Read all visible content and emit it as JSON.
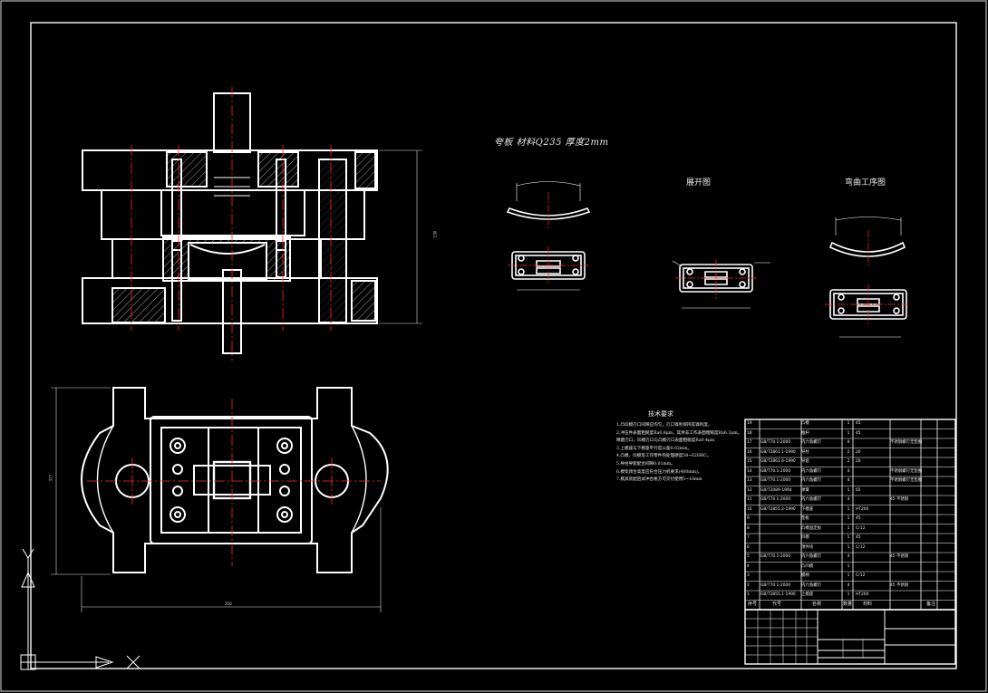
{
  "drawing": {
    "part_title": "夸板   材料Q235     厚度2mm",
    "unfold_view_label": "展开图",
    "bending_view_label": "弯曲工序图",
    "tech_requirements_title": "技术要求"
  },
  "tech_notes": [
    "1.凸凹模刃口间隙应均匀，刃口锋利保持其锋利度。",
    "2.冲压件表面粗糙度Ra0.8μm，其余非工作表面粗糙度Ra6.3μm。",
    "  精磨刃口，凹模刃口与凸模刃口表面粗糙度Ra0.4μm",
    "3.上模座与下模座平行度公差0.02mm。",
    "4.凸模、凹模等工作零件热处理硬度58~62HRC。",
    "5.导柱导套配合间隙0.01mm。",
    "6.模架闭合高度应符合压力机要求(400mm)。",
    "7.模具装配后试冲合格方可交付使用5~10mm"
  ],
  "bom": {
    "rows": [
      {
        "no": "19",
        "code": "",
        "name": "凸模",
        "qty": "1",
        "mat": "45",
        "remark": ""
      },
      {
        "no": "18",
        "code": "",
        "name": "推杆",
        "qty": "1",
        "mat": "45",
        "remark": ""
      },
      {
        "no": "17",
        "code": "GB/T70.1-2000",
        "name": "内六角螺钉",
        "qty": "4",
        "mat": "",
        "remark": "不锈钢螺钉无垫圈"
      },
      {
        "no": "16",
        "code": "GB/T2861.1-1990",
        "name": "导柱",
        "qty": "2",
        "mat": "20",
        "remark": ""
      },
      {
        "no": "15",
        "code": "GB/T2861.6-1990",
        "name": "导套",
        "qty": "2",
        "mat": "20",
        "remark": ""
      },
      {
        "no": "14",
        "code": "GB/T70.1-2000",
        "name": "内六角螺钉",
        "qty": "4",
        "mat": "",
        "remark": "不锈钢螺钉无垫圈"
      },
      {
        "no": "13",
        "code": "GB/T70.1-2000",
        "name": "内六角螺钉",
        "qty": "4",
        "mat": "",
        "remark": "不锈钢螺钉无垫圈"
      },
      {
        "no": "12",
        "code": "GB/T2089-1994",
        "name": "弹簧",
        "qty": "1",
        "mat": "65",
        "remark": ""
      },
      {
        "no": "11",
        "code": "GB/T70.1-2000",
        "name": "内六角螺钉",
        "qty": "4",
        "mat": "",
        "remark": "45  不锈钢"
      },
      {
        "no": "10",
        "code": "GB/T2855.2-1990",
        "name": "下模座",
        "qty": "1",
        "mat": "HT200",
        "remark": ""
      },
      {
        "no": "9",
        "code": "",
        "name": "垫板",
        "qty": "1",
        "mat": "45",
        "remark": ""
      },
      {
        "no": "8",
        "code": "",
        "name": "凸模固定板",
        "qty": "1",
        "mat": "Cr12",
        "remark": ""
      },
      {
        "no": "7",
        "code": "",
        "name": "凹模",
        "qty": "1",
        "mat": "45",
        "remark": ""
      },
      {
        "no": "6",
        "code": "",
        "name": "顶件块",
        "qty": "1",
        "mat": "Cr12",
        "remark": ""
      },
      {
        "no": "5",
        "code": "GB/T70.1-2000",
        "name": "内六角螺钉",
        "qty": "4",
        "mat": "",
        "remark": "45  不锈钢"
      },
      {
        "no": "4",
        "code": "",
        "name": "凸凹模",
        "qty": "1",
        "mat": "",
        "remark": ""
      },
      {
        "no": "3",
        "code": "",
        "name": "模柄",
        "qty": "1",
        "mat": "Cr12",
        "remark": ""
      },
      {
        "no": "2",
        "code": "GB/T70.1-2000",
        "name": "内六角螺钉",
        "qty": "4",
        "mat": "",
        "remark": "45  不锈钢"
      },
      {
        "no": "1",
        "code": "GB/T2855.1-1990",
        "name": "上模座",
        "qty": "1",
        "mat": "HT200",
        "remark": ""
      }
    ],
    "header": {
      "no": "序号",
      "code": "代号",
      "name": "名称",
      "qty": "数量",
      "mat": "材料",
      "remark": "备注"
    }
  },
  "dimensions": {
    "height_main": "130",
    "width_bottom": "350",
    "height_bottom": "317"
  },
  "colors": {
    "background": "#000000",
    "lines": "#ffffff",
    "centerlines": "#ff2a2a",
    "text": "#e8e8e8"
  }
}
